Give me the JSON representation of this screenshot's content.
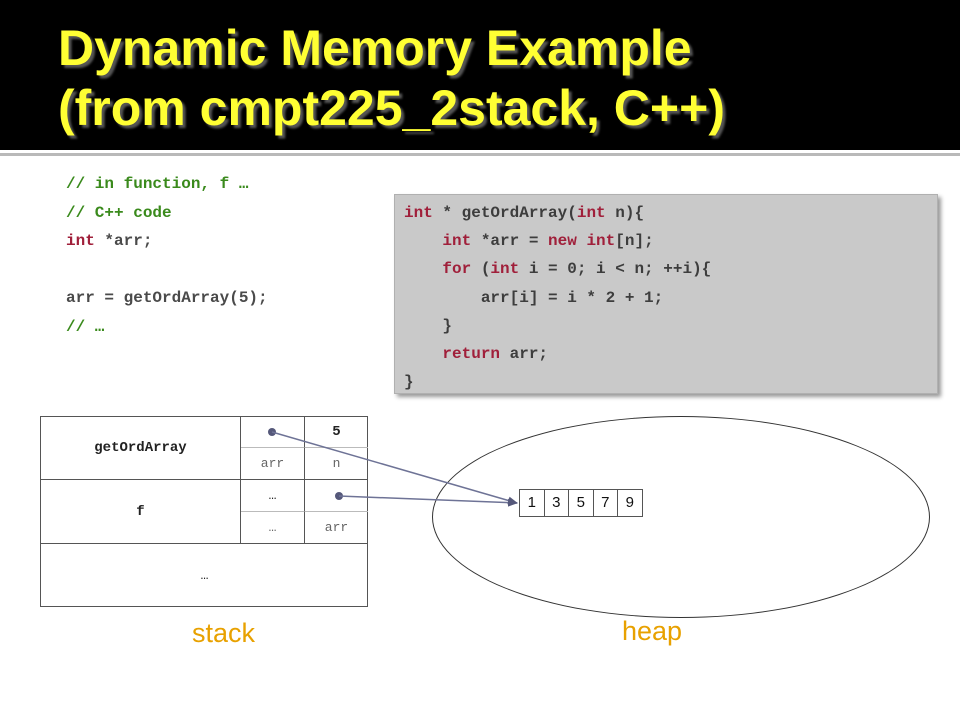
{
  "slide": {
    "title_line1": "Dynamic Memory Example",
    "title_line2": "(from cmpt225_2stack, C++)",
    "title_color": "#ffff33"
  },
  "caller_code": [
    [
      {
        "t": "// in function, f …",
        "c": "cm"
      }
    ],
    [
      {
        "t": "// C++ code",
        "c": "cm"
      }
    ],
    [
      {
        "t": "int",
        "c": "kw"
      },
      {
        "t": " *arr;",
        "c": ""
      }
    ],
    [
      {
        "t": "",
        "c": ""
      }
    ],
    [
      {
        "t": "arr = getOrdArray(5);",
        "c": ""
      }
    ],
    [
      {
        "t": "// …",
        "c": "cm"
      }
    ]
  ],
  "function_code": [
    [
      {
        "t": "int",
        "c": "kw"
      },
      {
        "t": " * getOrdArray(",
        "c": ""
      },
      {
        "t": "int",
        "c": "kw"
      },
      {
        "t": " n){",
        "c": ""
      }
    ],
    [
      {
        "t": "    ",
        "c": ""
      },
      {
        "t": "int",
        "c": "kw"
      },
      {
        "t": " *arr = ",
        "c": ""
      },
      {
        "t": "new",
        "c": "kw"
      },
      {
        "t": " ",
        "c": ""
      },
      {
        "t": "int",
        "c": "kw"
      },
      {
        "t": "[n];",
        "c": ""
      }
    ],
    [
      {
        "t": "    ",
        "c": ""
      },
      {
        "t": "for",
        "c": "kw"
      },
      {
        "t": " (",
        "c": ""
      },
      {
        "t": "int",
        "c": "kw"
      },
      {
        "t": " i = 0; i < n; ++i){",
        "c": ""
      }
    ],
    [
      {
        "t": "        arr[i] = i * 2 + 1;",
        "c": ""
      }
    ],
    [
      {
        "t": "    }",
        "c": ""
      }
    ],
    [
      {
        "t": "    ",
        "c": ""
      },
      {
        "t": "return",
        "c": "kw"
      },
      {
        "t": " arr;",
        "c": ""
      }
    ],
    [
      {
        "t": "}",
        "c": ""
      }
    ]
  ],
  "stack": {
    "frame_getordarray": "getOrdArray",
    "frame_f": "f",
    "frame_rest": "…",
    "n_value": "5",
    "arr_label_1": "arr",
    "n_label": "n",
    "f_ellipsis_1": "…",
    "f_ellipsis_2": "…",
    "arr_label_2": "arr"
  },
  "heap": {
    "array_values": [
      "1",
      "3",
      "5",
      "7",
      "9"
    ]
  },
  "captions": {
    "stack": "stack",
    "heap": "heap",
    "color": "#e8a100"
  }
}
